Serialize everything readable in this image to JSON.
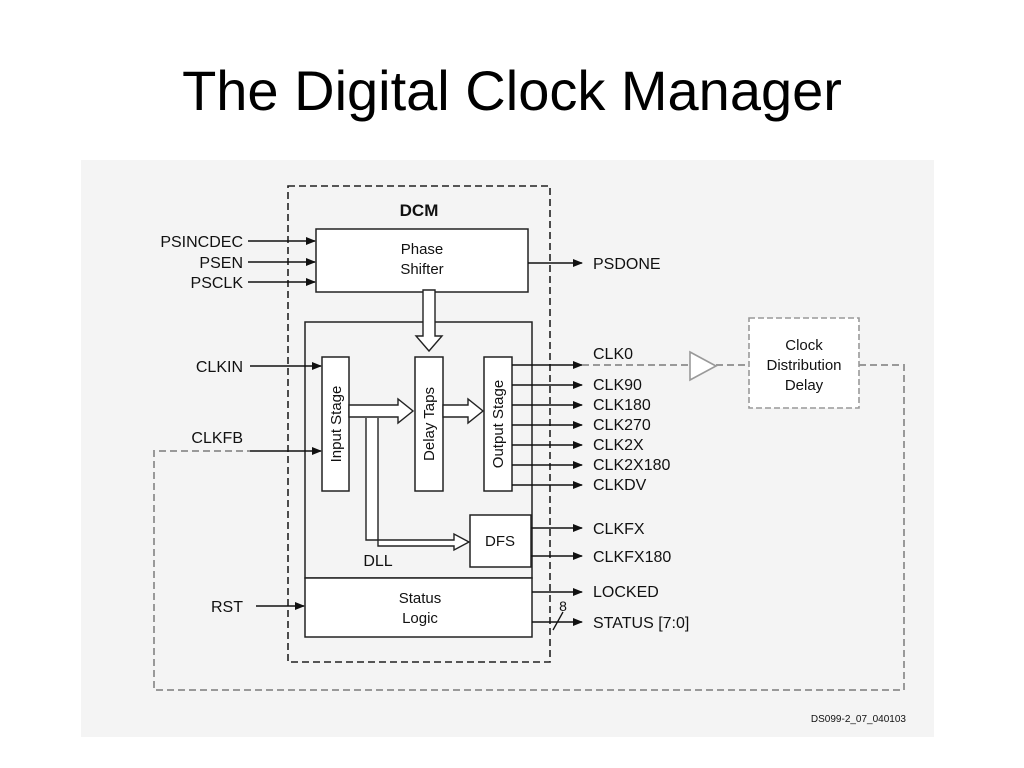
{
  "slide": {
    "title": "The Digital Clock Manager"
  },
  "diagram": {
    "dcm_label": "DCM",
    "phase_shifter": [
      "Phase",
      "Shifter"
    ],
    "input_stage": "Input Stage",
    "delay_taps": "Delay Taps",
    "output_stage": "Output Stage",
    "dfs": "DFS",
    "dll": "DLL",
    "status_logic": [
      "Status",
      "Logic"
    ],
    "clock_distribution": [
      "Clock",
      "Distribution",
      "Delay"
    ],
    "bus_width": "8",
    "inputs": {
      "psincdec": "PSINCDEC",
      "psen": "PSEN",
      "psclk": "PSCLK",
      "clkin": "CLKIN",
      "clkfb": "CLKFB",
      "rst": "RST"
    },
    "outputs": {
      "psdone": "PSDONE",
      "clk0": "CLK0",
      "clk90": "CLK90",
      "clk180": "CLK180",
      "clk270": "CLK270",
      "clk2x": "CLK2X",
      "clk2x180": "CLK2X180",
      "clkdv": "CLKDV",
      "clkfx": "CLKFX",
      "clkfx180": "CLKFX180",
      "locked": "LOCKED",
      "status": "STATUS [7:0]"
    },
    "figure_id": "DS099-2_07_040103"
  }
}
